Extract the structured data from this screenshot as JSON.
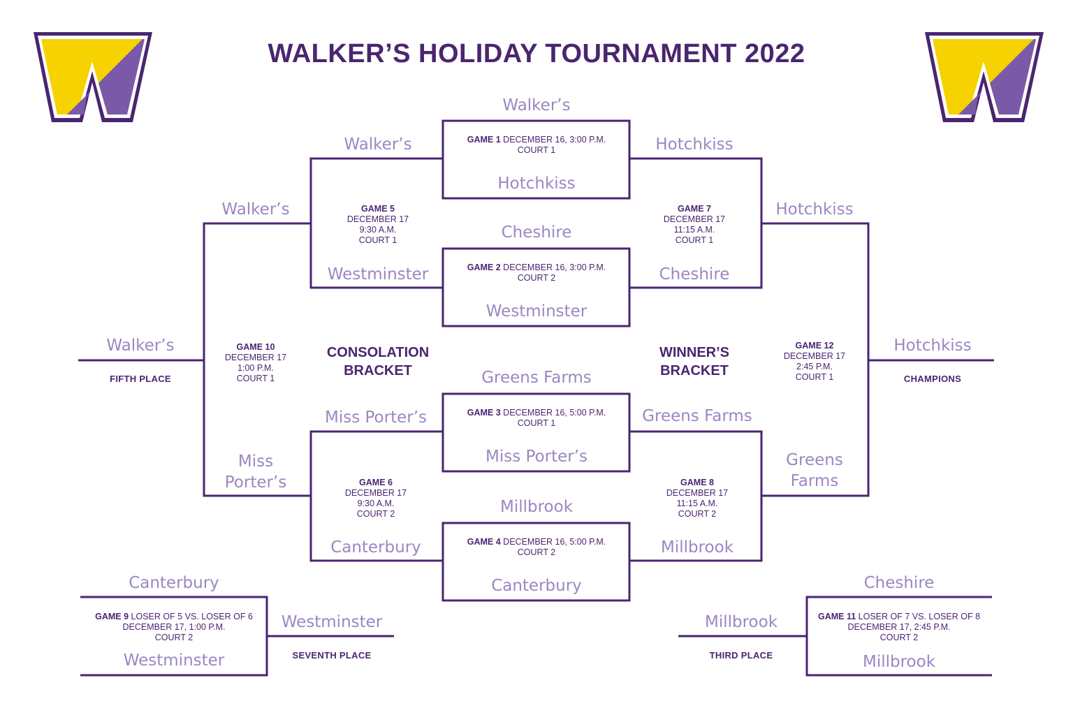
{
  "title": "WALKER’S HOLIDAY TOURNAMENT 2022",
  "colors": {
    "purple": "#4a2570",
    "lavender": "#9b87c2",
    "gold": "#f5d200",
    "violet": "#7a5aa8"
  },
  "logo_letter": "W",
  "brackets": {
    "consolation": "CONSOLATION BRACKET",
    "winners": "WINNER’S BRACKET"
  },
  "games": [
    {
      "id": "g1",
      "label": "GAME 1",
      "lines": [
        "DECEMBER 16, 3:00 P.M.",
        "COURT 1"
      ],
      "top": "Walker’s",
      "bottom": "Hotchkiss"
    },
    {
      "id": "g2",
      "label": "GAME 2",
      "lines": [
        "DECEMBER 16, 3:00 P.M.",
        "COURT 2"
      ],
      "top": "Cheshire",
      "bottom": "Westminster"
    },
    {
      "id": "g3",
      "label": "GAME 3",
      "lines": [
        "DECEMBER 16, 5:00 P.M.",
        "COURT 1"
      ],
      "top": "Greens Farms",
      "bottom": "Miss Porter’s"
    },
    {
      "id": "g4",
      "label": "GAME 4",
      "lines": [
        "DECEMBER 16, 5:00 P.M.",
        "COURT 2"
      ],
      "top": "Millbrook",
      "bottom": "Canterbury"
    },
    {
      "id": "g5",
      "label": "GAME 5",
      "lines": [
        "DECEMBER 17",
        "9:30 A.M.",
        "COURT 1"
      ],
      "top": "Walker’s",
      "bottom": "Westminster"
    },
    {
      "id": "g6",
      "label": "GAME 6",
      "lines": [
        "DECEMBER 17",
        "9:30 A.M.",
        "COURT 2"
      ],
      "top": "Miss Porter’s",
      "bottom": "Canterbury"
    },
    {
      "id": "g7",
      "label": "GAME 7",
      "lines": [
        "DECEMBER 17",
        "11:15 A.M.",
        "COURT 1"
      ],
      "top": "Hotchkiss",
      "bottom": "Cheshire"
    },
    {
      "id": "g8",
      "label": "GAME 8",
      "lines": [
        "DECEMBER 17",
        "11:15 A.M.",
        "COURT 2"
      ],
      "top": "Greens Farms",
      "bottom": "Millbrook"
    },
    {
      "id": "g9",
      "label": "GAME 9",
      "lines": [
        "LOSER OF 5 VS. LOSER OF 6",
        "DECEMBER 17, 1:00 P.M.",
        "COURT 2"
      ],
      "top": "Canterbury",
      "bottom": "Westminster"
    },
    {
      "id": "g10",
      "label": "GAME 10",
      "lines": [
        "DECEMBER 17",
        "1:00 P.M.",
        "COURT 1"
      ],
      "top": "Walker’s",
      "bottom": "Miss Porter’s"
    },
    {
      "id": "g11",
      "label": "GAME 11",
      "lines": [
        "LOSER OF 7 VS. LOSER OF 8",
        "DECEMBER 17, 2:45 P.M.",
        "COURT 2"
      ],
      "top": "Cheshire",
      "bottom": "Millbrook"
    },
    {
      "id": "g12",
      "label": "GAME 12",
      "lines": [
        "DECEMBER 17",
        "2:45 P.M.",
        "COURT 1"
      ],
      "top": "Hotchkiss",
      "bottom": "Greens Farms"
    }
  ],
  "results": {
    "fifth": {
      "team": "Walker’s",
      "label": "FIFTH PLACE"
    },
    "champions": {
      "team": "Hotchkiss",
      "label": "CHAMPIONS"
    },
    "seventh": {
      "team": "Westminster",
      "label": "SEVENTH PLACE"
    },
    "third": {
      "team": "Millbrook",
      "label": "THIRD PLACE"
    }
  }
}
